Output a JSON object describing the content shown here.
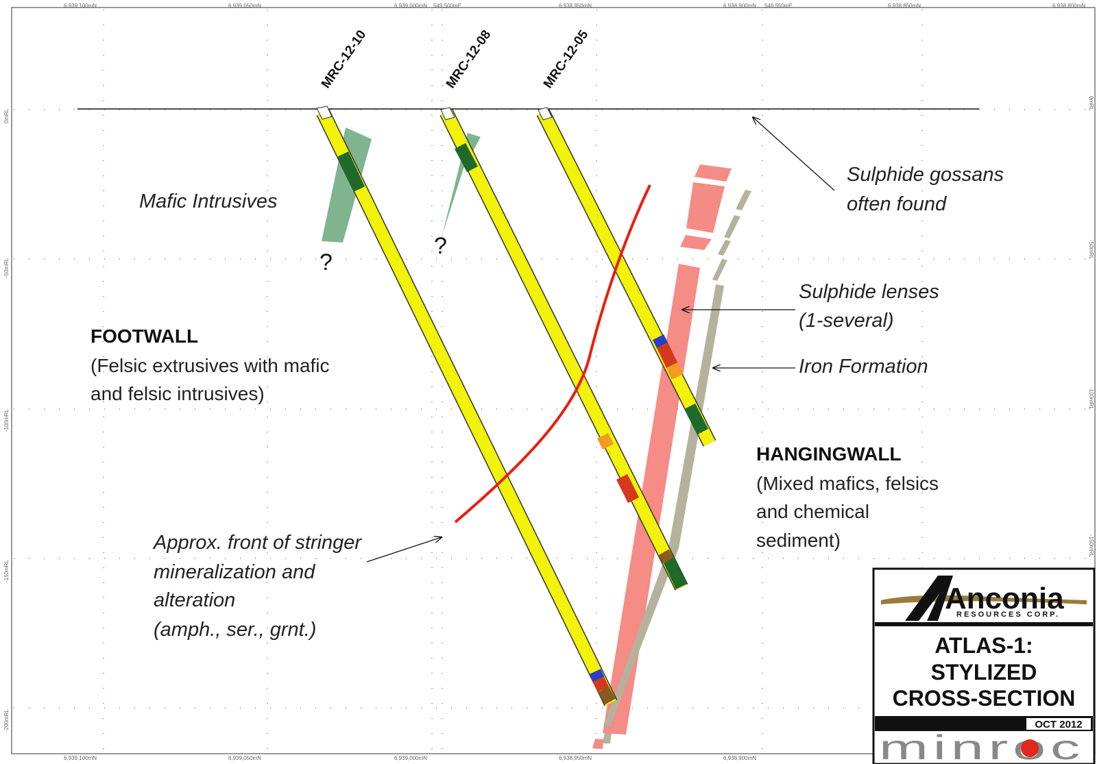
{
  "axes": {
    "top_ticks": [
      "6,939,100mN",
      "6,939,050mN",
      "6,939,000mN",
      "6,938,950mN",
      "6,938,900mN",
      "6,938,850mN",
      "6,938,800mN"
    ],
    "top_overlay_ticks": [
      "549,500mE",
      "549,550mE"
    ],
    "bottom_ticks": [
      "6,939,100mN",
      "6,939,050mN",
      "6,939,000mN",
      "6,938,950mN",
      "6,938,900mN"
    ],
    "depth_ticks": [
      "0mRL",
      "-50mRL",
      "-100mRL",
      "-150mRL",
      "-200mRL"
    ]
  },
  "drillholes": [
    {
      "name": "MRC-12-10"
    },
    {
      "name": "MRC-12-08"
    },
    {
      "name": "MRC-12-05"
    }
  ],
  "labels": {
    "mafic_intrusives": "Mafic Intrusives",
    "question_mark": "?",
    "footwall_title": "FOOTWALL",
    "footwall_desc": [
      "(Felsic extrusives with mafic",
      "and felsic intrusives)"
    ],
    "hangingwall_title": "HANGINGWALL",
    "hangingwall_desc": [
      "(Mixed mafics, felsics",
      "and chemical",
      "sediment)"
    ],
    "sulphide_gossans": [
      "Sulphide gossans",
      "often found"
    ],
    "sulphide_lenses": [
      "Sulphide lenses",
      "(1-several)"
    ],
    "iron_formation": "Iron Formation",
    "stringer_front": [
      "Approx. front of stringer",
      "mineralization and",
      "alteration",
      "(amph., ser., grnt.)"
    ]
  },
  "title_block": {
    "company": "Anconia",
    "company_sub": "RESOURCES CORP.",
    "title_lines": [
      "ATLAS-1:",
      "STYLIZED",
      "CROSS-SECTION"
    ],
    "date": "OCT 2012",
    "consultant_logo": "minroc"
  },
  "colors": {
    "drillhole": "#f2f20a",
    "mafic_intrusive": "#6aa77a",
    "sulphide_lens": "#f4867f",
    "iron_formation": "#b5b29c",
    "stringer_front": "#ee1c0c",
    "surface_line": "#111111",
    "logo_brown": "#9a7b3c"
  }
}
